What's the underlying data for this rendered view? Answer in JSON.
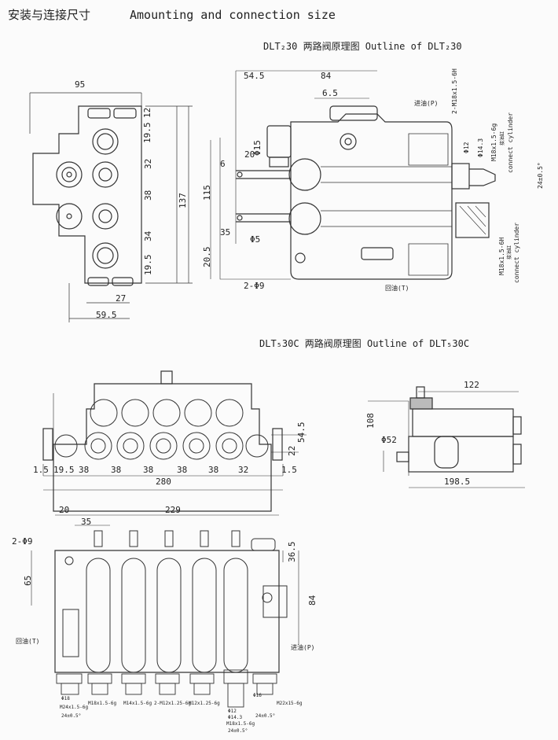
{
  "header": {
    "title_cn": "安装与连接尺寸",
    "title_en": "Amounting and connection size"
  },
  "dlt230": {
    "title": "DLT₂30 两路阀原理图   Outline of DLT₂30",
    "side": {
      "w95": "95",
      "d12": "12",
      "d19a": "19.5",
      "d32": "32",
      "d38": "38",
      "d137": "137",
      "d34": "34",
      "d19b": "19.5",
      "d27": "27",
      "d59": "59.5"
    },
    "front": {
      "d54": "54.5",
      "d84": "84",
      "d65": "6.5",
      "phi15": "Φ15",
      "d20": "20",
      "d6": "6",
      "d115": "115",
      "d35": "35",
      "phi5": "Φ5",
      "d205": "20.5",
      "holes": "2-Φ9",
      "return": "回油(T)",
      "inlet": "进油(P)",
      "thread_p": "2-M18x1.5-6H",
      "phi12": "Φ12",
      "phi143": "Φ14.3",
      "thread_g": "M18x1.5-6g",
      "cyl_cn": "接油缸",
      "cyl_en": "connect cylinder",
      "angle": "24±0.5°",
      "thread_h": "M18x1.5-6H",
      "cyl_cn2": "接油缸",
      "cyl_en2": "connect cylinder"
    }
  },
  "dlt530": {
    "title": "DLT₅30C 两路阀原理图   Outline of DLT₅30C",
    "front": {
      "d15a": "1.5",
      "d195": "19.5",
      "d38": "38",
      "d32": "32",
      "d15b": "1.5",
      "d280": "280",
      "d545": "54.5",
      "d22": "22"
    },
    "side": {
      "d122": "122",
      "d108": "108",
      "phi52": "Φ52",
      "d1985": "198.5"
    },
    "top": {
      "d20": "20",
      "d229": "229",
      "d35": "35",
      "holes": "2-Φ9",
      "d65": "65",
      "d365": "36.5",
      "d84": "84",
      "return": "回油(T)",
      "inlet": "进油(P)",
      "fittings": [
        "Φ18",
        "M24x1.5-6g",
        "24±0.5°",
        "M18x1.5-6g",
        "M14x1.5-6g",
        "2-M12x1.25-6g",
        "M12x1.25-6g",
        "Φ12",
        "Φ14.3",
        "M18x1.5-6g",
        "24±0.5°",
        "Φ16",
        "M22x15-6g",
        "24±0.5°"
      ]
    }
  }
}
